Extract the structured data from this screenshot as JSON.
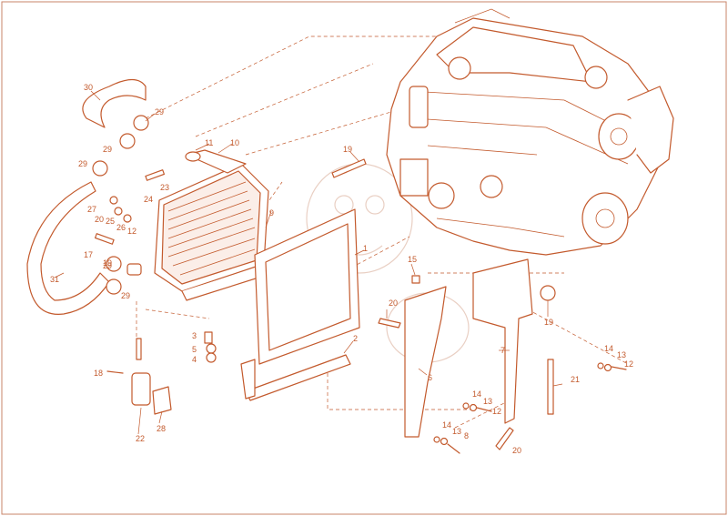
{
  "diagram": {
    "colors": {
      "line": "#c35a2d",
      "background": "#ffffff",
      "fill": "#fbeee8"
    },
    "callouts": [
      "1",
      "2",
      "3",
      "4",
      "5",
      "6",
      "7",
      "8",
      "9",
      "10",
      "11",
      "12",
      "13",
      "14",
      "15",
      "17",
      "18",
      "19",
      "20",
      "21",
      "22",
      "23",
      "24",
      "25",
      "26",
      "27",
      "28",
      "29",
      "30",
      "31"
    ]
  },
  "labels": {
    "c30": "30",
    "c29a": "29",
    "c29b": "29",
    "c29c": "29",
    "c29d": "29",
    "c29e": "29",
    "c11": "11",
    "c10": "10",
    "c19a": "19",
    "c19b": "19",
    "c19c": "19",
    "c23": "23",
    "c24": "24",
    "c27": "27",
    "c20a": "20",
    "c25": "25",
    "c26": "26",
    "c12a": "12",
    "c9": "9",
    "c1": "1",
    "c17": "17",
    "c31": "31",
    "c15": "15",
    "c20b": "20",
    "c3": "3",
    "c5": "5",
    "c4": "4",
    "c2": "2",
    "c18": "18",
    "c6": "6",
    "c7": "7",
    "c14a": "14",
    "c13a": "13",
    "c12b": "12",
    "c21": "21",
    "c14b": "14",
    "c13b": "13",
    "c12c": "12",
    "c14c": "14",
    "c13c": "13",
    "c8": "8",
    "c22": "22",
    "c28": "28",
    "c20c": "20"
  }
}
